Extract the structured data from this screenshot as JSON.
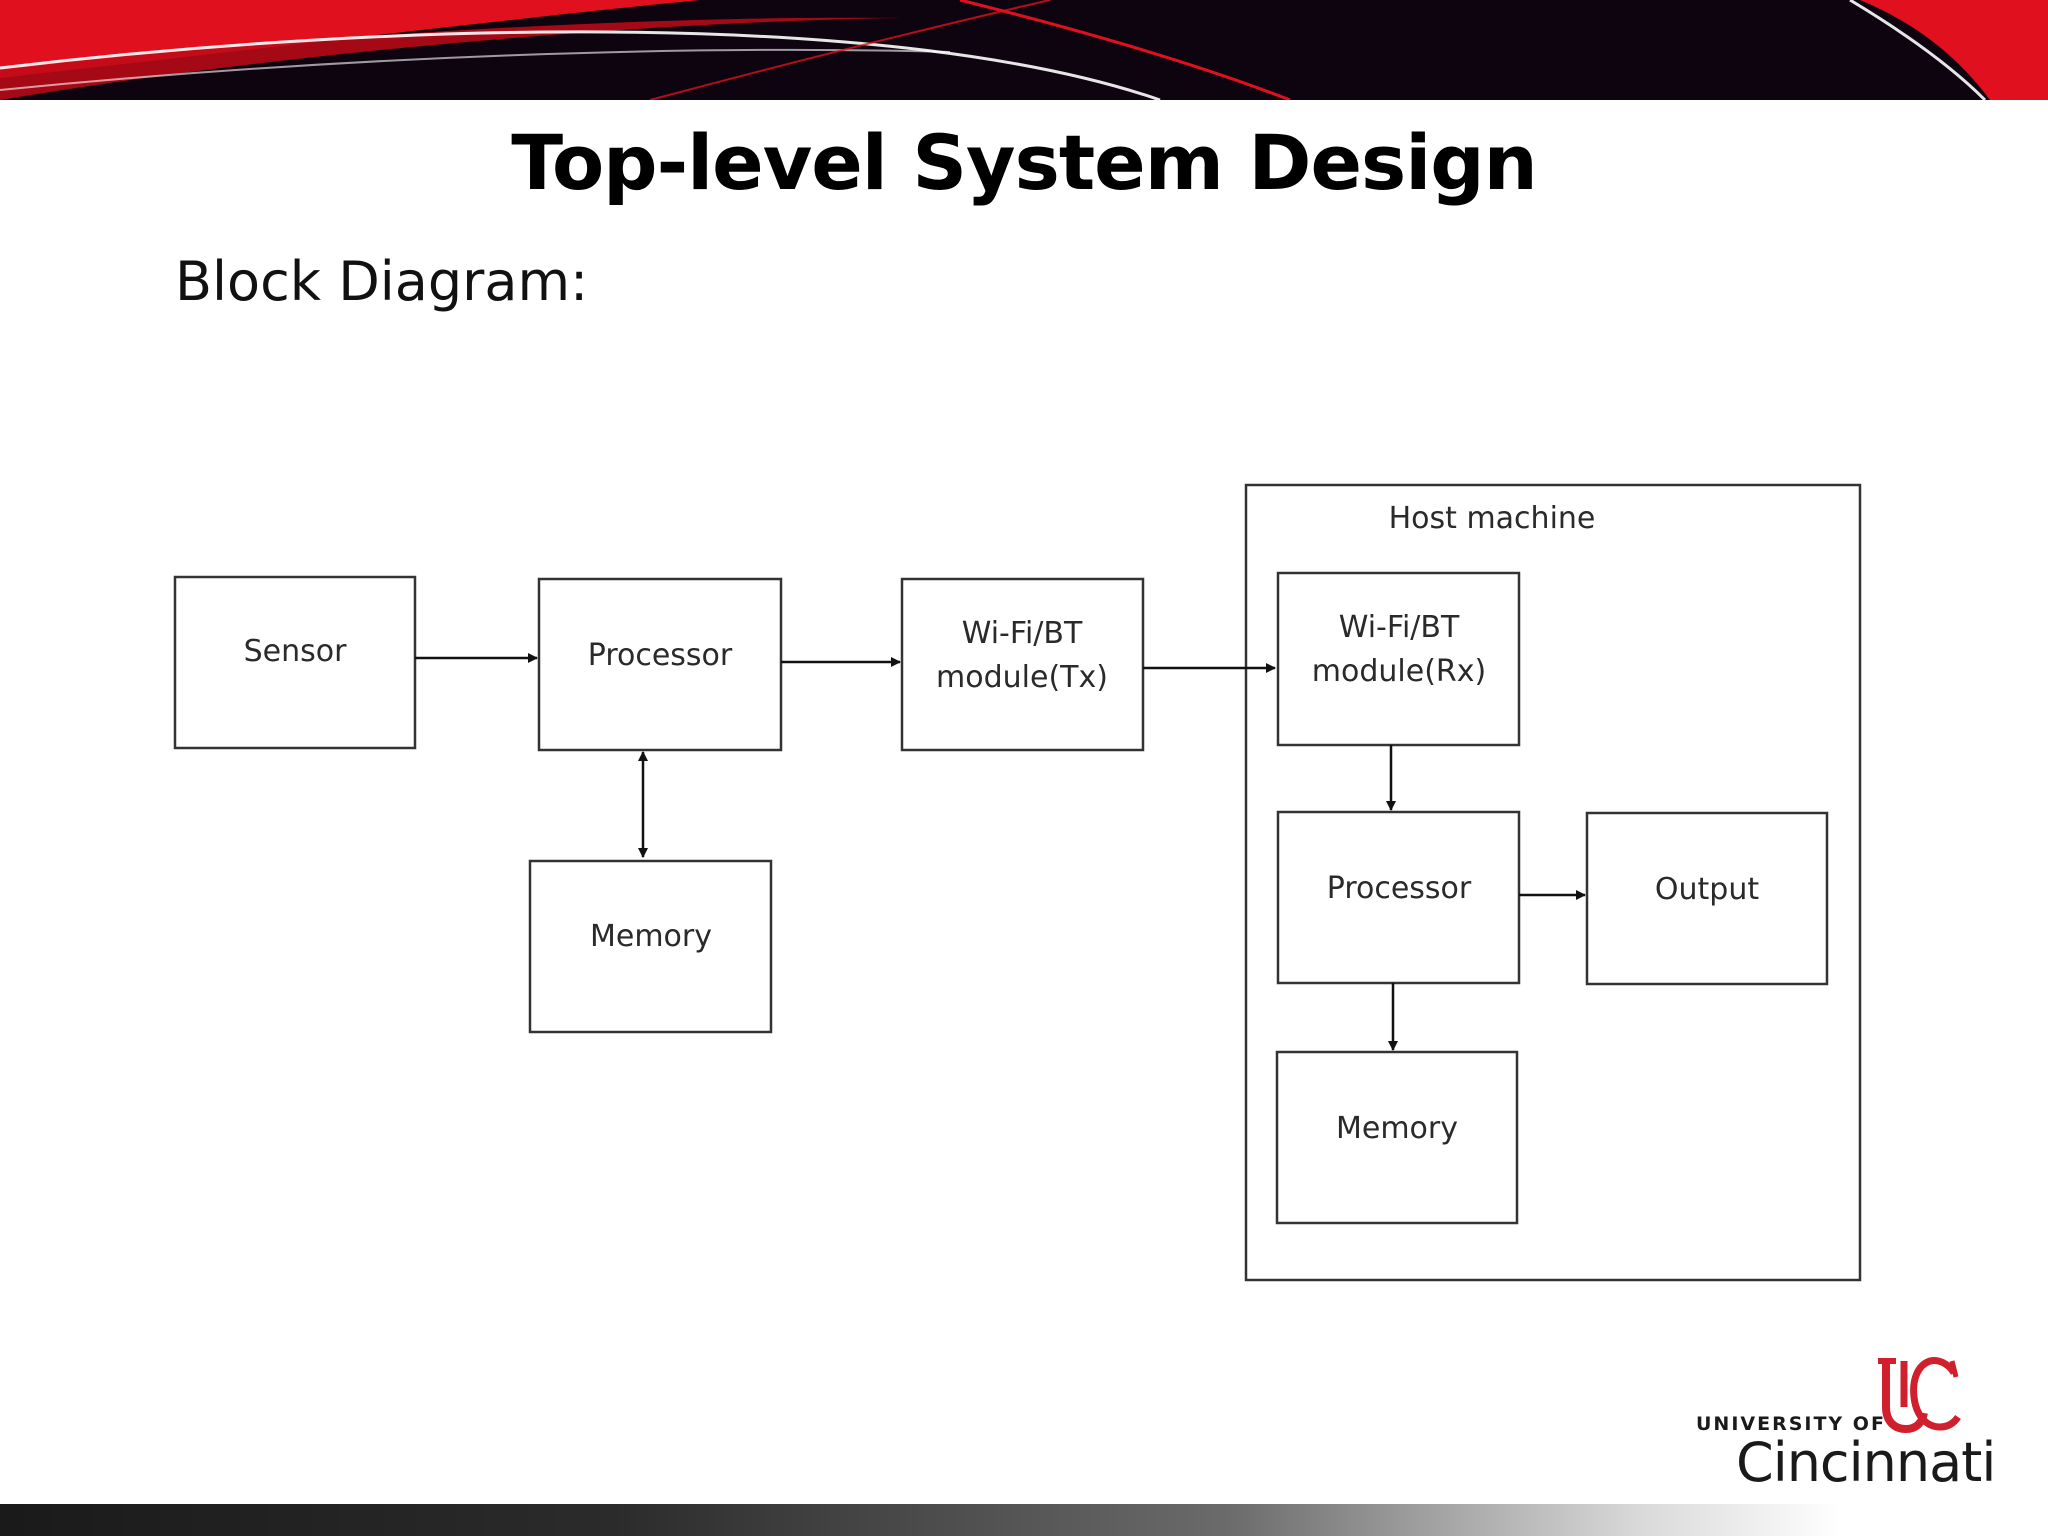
{
  "slide": {
    "title": "Top-level System Design",
    "subtitle": "Block Diagram:"
  },
  "diagram": {
    "container_label": "Host machine",
    "nodes": {
      "sensor": "Sensor",
      "processor_tx": "Processor",
      "memory_tx": "Memory",
      "wifi_tx_line1": "Wi-Fi/BT",
      "wifi_tx_line2": "module(Tx)",
      "wifi_rx_line1": "Wi-Fi/BT",
      "wifi_rx_line2": "module(Rx)",
      "processor_rx": "Processor",
      "output": "Output",
      "memory_rx": "Memory"
    },
    "edges": [
      {
        "from": "Sensor",
        "to": "Processor",
        "direction": "forward"
      },
      {
        "from": "Processor",
        "to": "Memory",
        "direction": "bidirectional"
      },
      {
        "from": "Processor",
        "to": "Wi-Fi/BT module(Tx)",
        "direction": "forward"
      },
      {
        "from": "Wi-Fi/BT module(Tx)",
        "to": "Wi-Fi/BT module(Rx)",
        "direction": "forward"
      },
      {
        "from": "Wi-Fi/BT module(Rx)",
        "to": "Processor",
        "direction": "forward"
      },
      {
        "from": "Processor",
        "to": "Output",
        "direction": "forward"
      },
      {
        "from": "Processor",
        "to": "Memory",
        "direction": "forward"
      }
    ]
  },
  "logo": {
    "line1": "UNIVERSITY OF",
    "line2": "Cincinnati",
    "brand_color": "#d0202e"
  },
  "colors": {
    "banner_dark": "#0e0410",
    "banner_red": "#e0101e"
  }
}
